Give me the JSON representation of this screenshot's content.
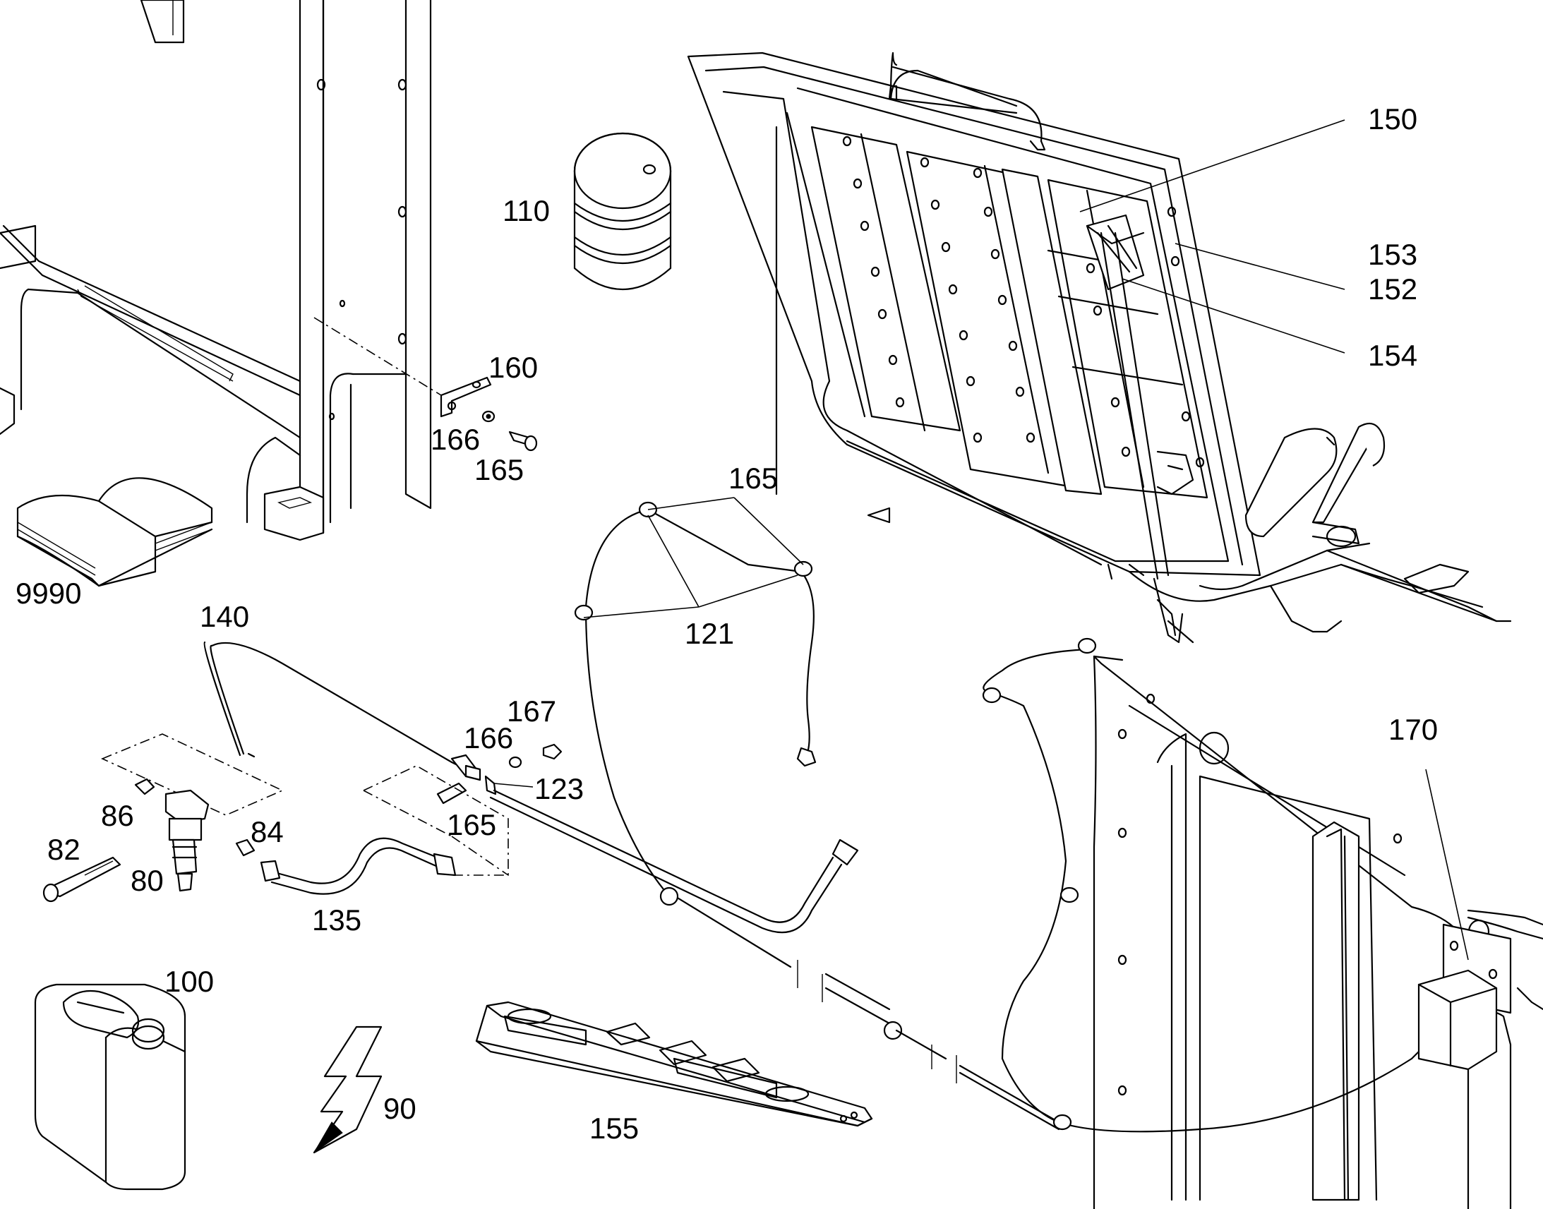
{
  "callouts": {
    "c150": "150",
    "c153": "153",
    "c152": "152",
    "c154": "154",
    "c110": "110",
    "c160": "160",
    "c166a": "166",
    "c165a": "165",
    "c165b": "165",
    "c9990": "9990",
    "c121": "121",
    "c140": "140",
    "c167": "167",
    "c166b": "166",
    "c123": "123",
    "c165c": "165",
    "c86": "86",
    "c84": "84",
    "c82": "82",
    "c80": "80",
    "c135": "135",
    "c170": "170",
    "c100": "100",
    "c90": "90",
    "c155": "155"
  }
}
